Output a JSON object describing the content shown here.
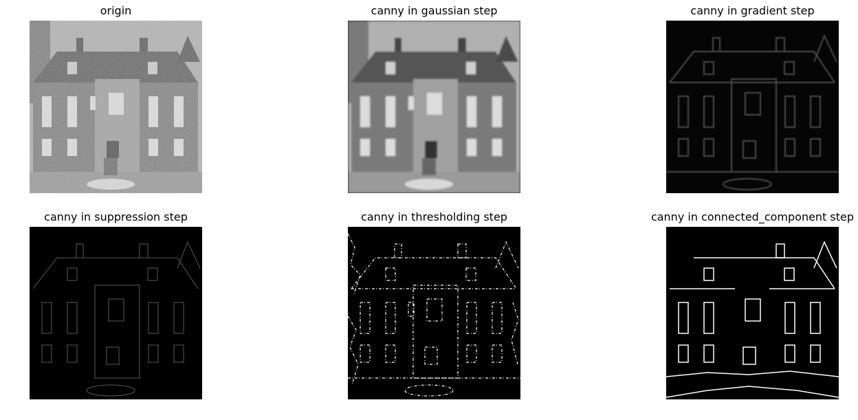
{
  "panels": [
    {
      "title": "origin",
      "style": "photo-noisy"
    },
    {
      "title": "canny in gaussian step",
      "style": "photo-blurred"
    },
    {
      "title": "canny in gradient step",
      "style": "gradient"
    },
    {
      "title": "canny in suppression step",
      "style": "suppression"
    },
    {
      "title": "canny in thresholding step",
      "style": "threshold"
    },
    {
      "title": "canny in connected_component step",
      "style": "edges"
    }
  ]
}
